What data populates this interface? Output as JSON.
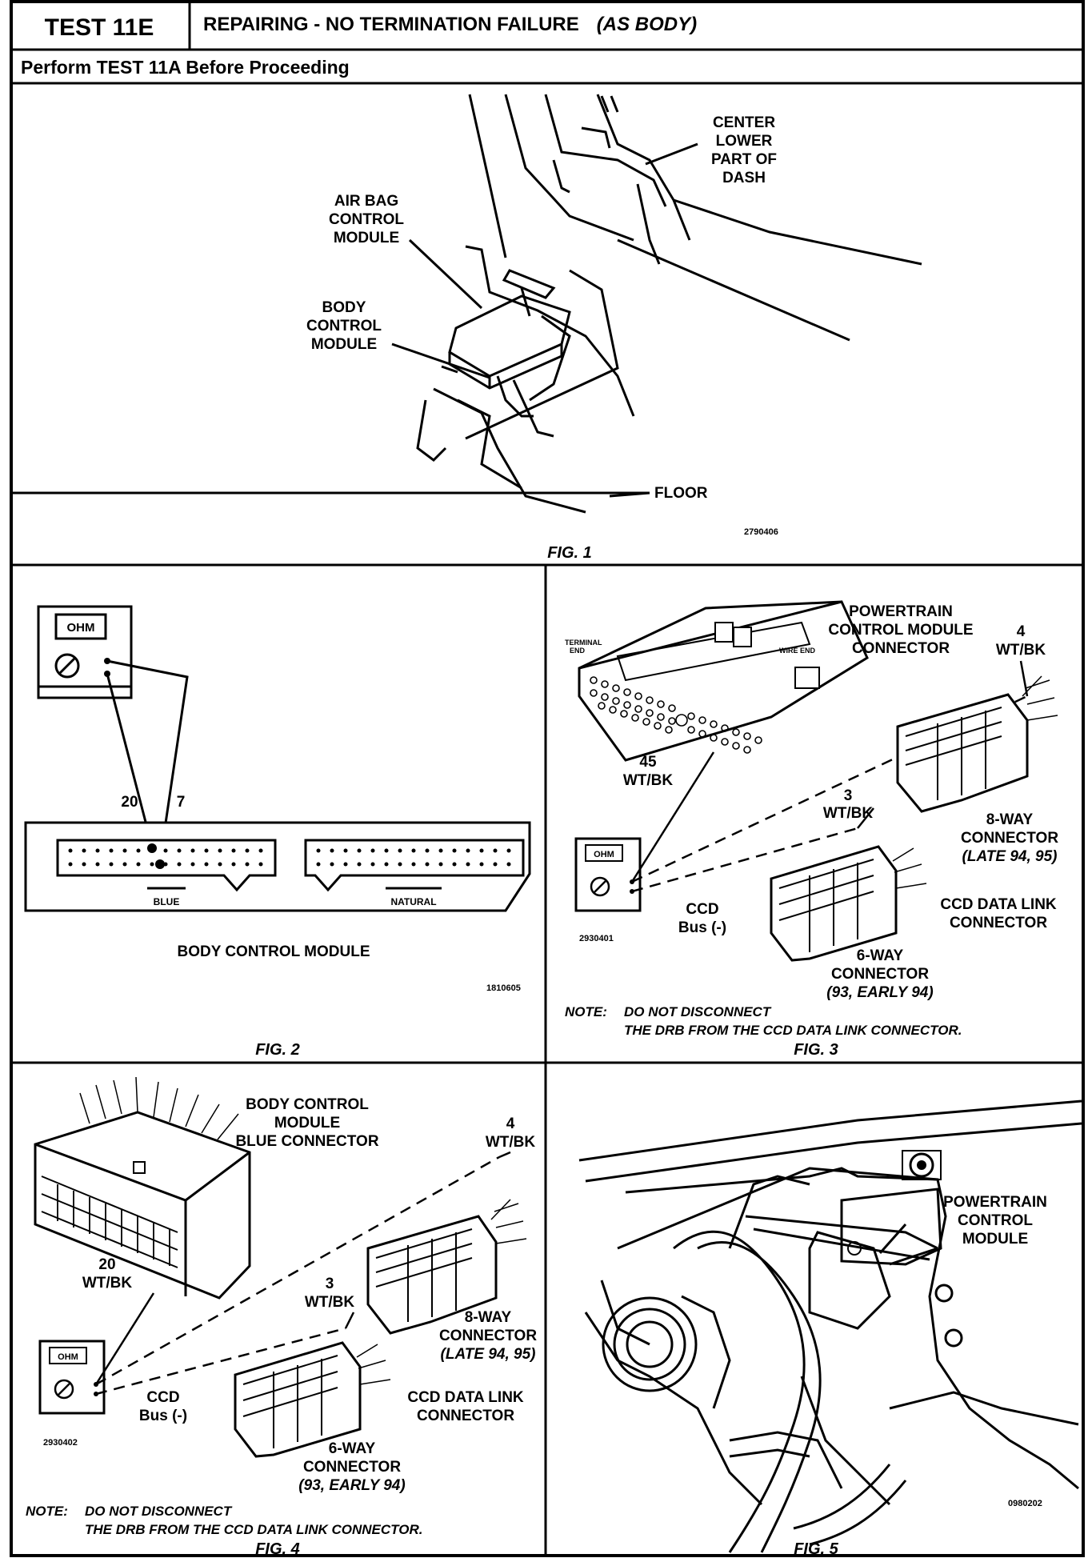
{
  "header": {
    "test_id": "TEST 11E",
    "title": "REPAIRING - NO TERMINATION FAILURE",
    "title_suffix": "(AS BODY)",
    "subtitle": "Perform TEST 11A Before Proceeding"
  },
  "fig1": {
    "caption": "FIG. 1",
    "label_center": [
      "CENTER",
      "LOWER",
      "PART OF",
      "DASH"
    ],
    "label_airbag": [
      "AIR BAG",
      "CONTROL",
      "MODULE"
    ],
    "label_bcm": [
      "BODY",
      "CONTROL",
      "MODULE"
    ],
    "label_floor": "FLOOR",
    "code": "2790406"
  },
  "fig2": {
    "caption": "FIG. 2",
    "meter": "OHM",
    "pin_20": "20",
    "pin_7": "7",
    "blue": "BLUE",
    "natural": "NATURAL",
    "module_label": "BODY CONTROL MODULE",
    "code": "1810605"
  },
  "fig3": {
    "caption": "FIG. 3",
    "pcm_label": [
      "POWERTRAIN",
      "CONTROL MODULE",
      "CONNECTOR"
    ],
    "terminal_end": [
      "TERMINAL",
      "END"
    ],
    "wire_end": "WIRE END",
    "wire_4": [
      "4",
      "WT/BK"
    ],
    "wire_45": [
      "45",
      "WT/BK"
    ],
    "wire_3": [
      "3",
      "WT/BK"
    ],
    "eight_way": [
      "8-WAY",
      "CONNECTOR",
      "(LATE 94, 95)"
    ],
    "ccd_bus": [
      "CCD",
      "Bus (-)"
    ],
    "ccd_link": [
      "CCD DATA LINK",
      "CONNECTOR"
    ],
    "six_way": [
      "6-WAY",
      "CONNECTOR",
      "(93, EARLY 94)"
    ],
    "meter": "OHM",
    "code": "2930401",
    "note_label": "NOTE:",
    "note_line1": "DO NOT DISCONNECT",
    "note_line2": "THE DRB FROM THE CCD DATA LINK CONNECTOR."
  },
  "fig4": {
    "caption": "FIG. 4",
    "bcm_label": [
      "BODY CONTROL",
      "MODULE",
      "BLUE CONNECTOR"
    ],
    "wire_4": [
      "4",
      "WT/BK"
    ],
    "wire_20": [
      "20",
      "WT/BK"
    ],
    "wire_3": [
      "3",
      "WT/BK"
    ],
    "eight_way": [
      "8-WAY",
      "CONNECTOR",
      "(LATE 94, 95)"
    ],
    "ccd_bus": [
      "CCD",
      "Bus (-)"
    ],
    "ccd_link": [
      "CCD DATA LINK",
      "CONNECTOR"
    ],
    "six_way": [
      "6-WAY",
      "CONNECTOR",
      "(93, EARLY 94)"
    ],
    "meter": "OHM",
    "code": "2930402",
    "note_label": "NOTE:",
    "note_line1": "DO NOT DISCONNECT",
    "note_line2": "THE DRB FROM THE CCD DATA LINK CONNECTOR."
  },
  "fig5": {
    "caption": "FIG. 5",
    "pcm_label": [
      "POWERTRAIN",
      "CONTROL",
      "MODULE"
    ],
    "code": "0980202"
  }
}
